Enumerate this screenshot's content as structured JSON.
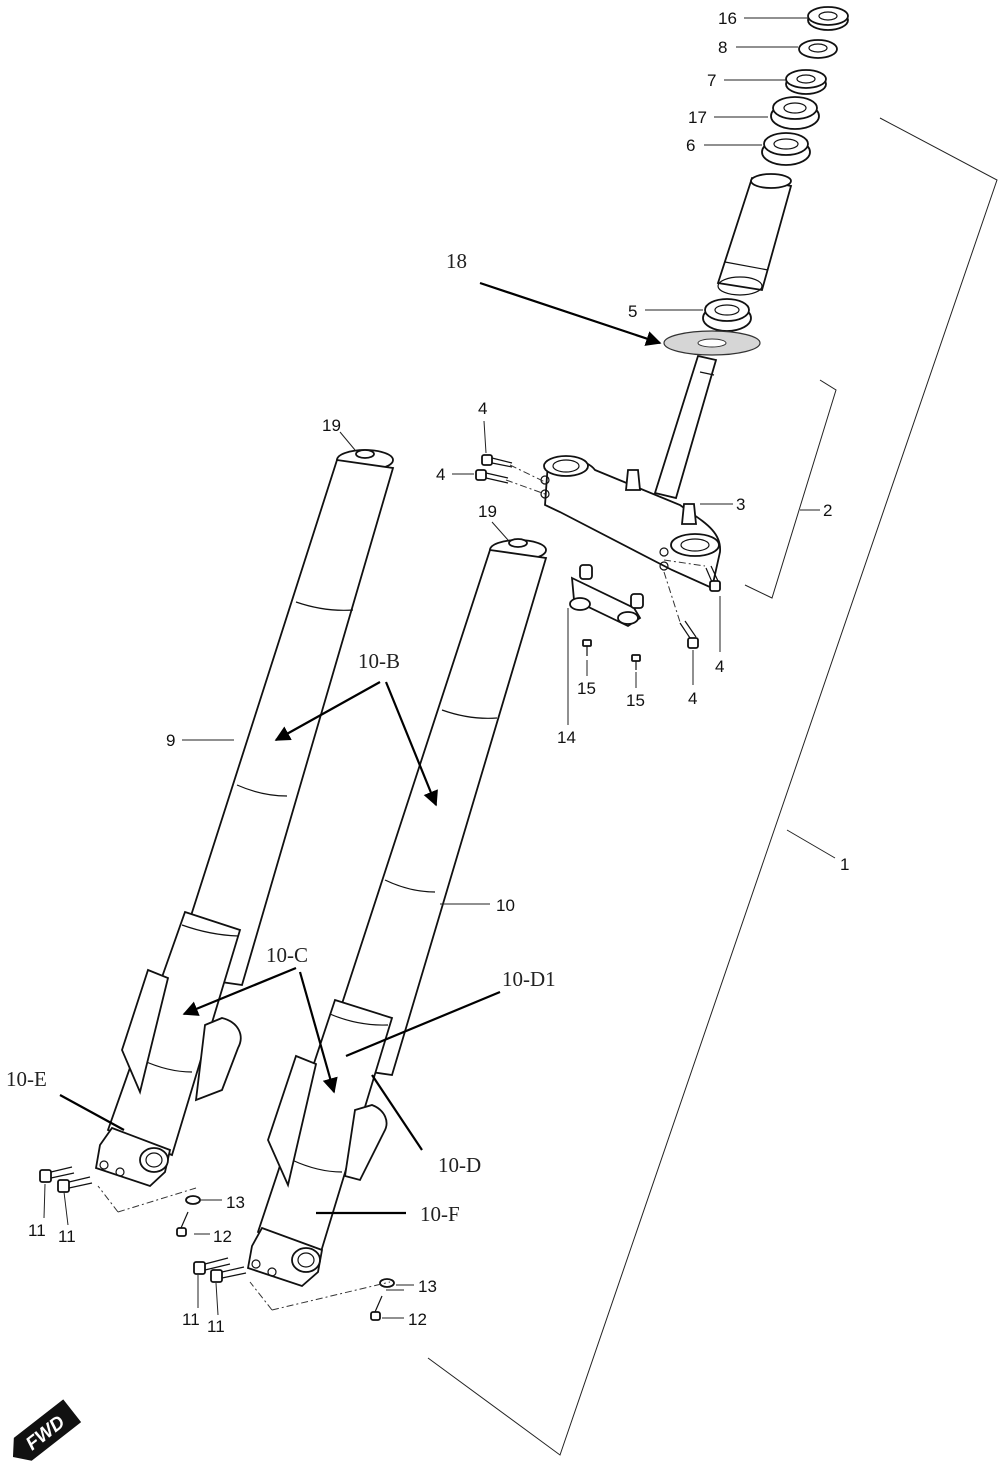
{
  "labels": {
    "p1": "1",
    "p2": "2",
    "p3": "3",
    "p4": "4",
    "p5": "5",
    "p6": "6",
    "p7": "7",
    "p8": "8",
    "p9": "9",
    "p10": "10",
    "p11": "11",
    "p12": "12",
    "p13": "13",
    "p14": "14",
    "p15": "15",
    "p16": "16",
    "p17": "17",
    "p18": "18",
    "p19": "19",
    "p10B": "10-B",
    "p10C": "10-C",
    "p10D": "10-D",
    "p10D1": "10-D1",
    "p10E": "10-E",
    "p10F": "10-F"
  },
  "fwd": "FWD"
}
